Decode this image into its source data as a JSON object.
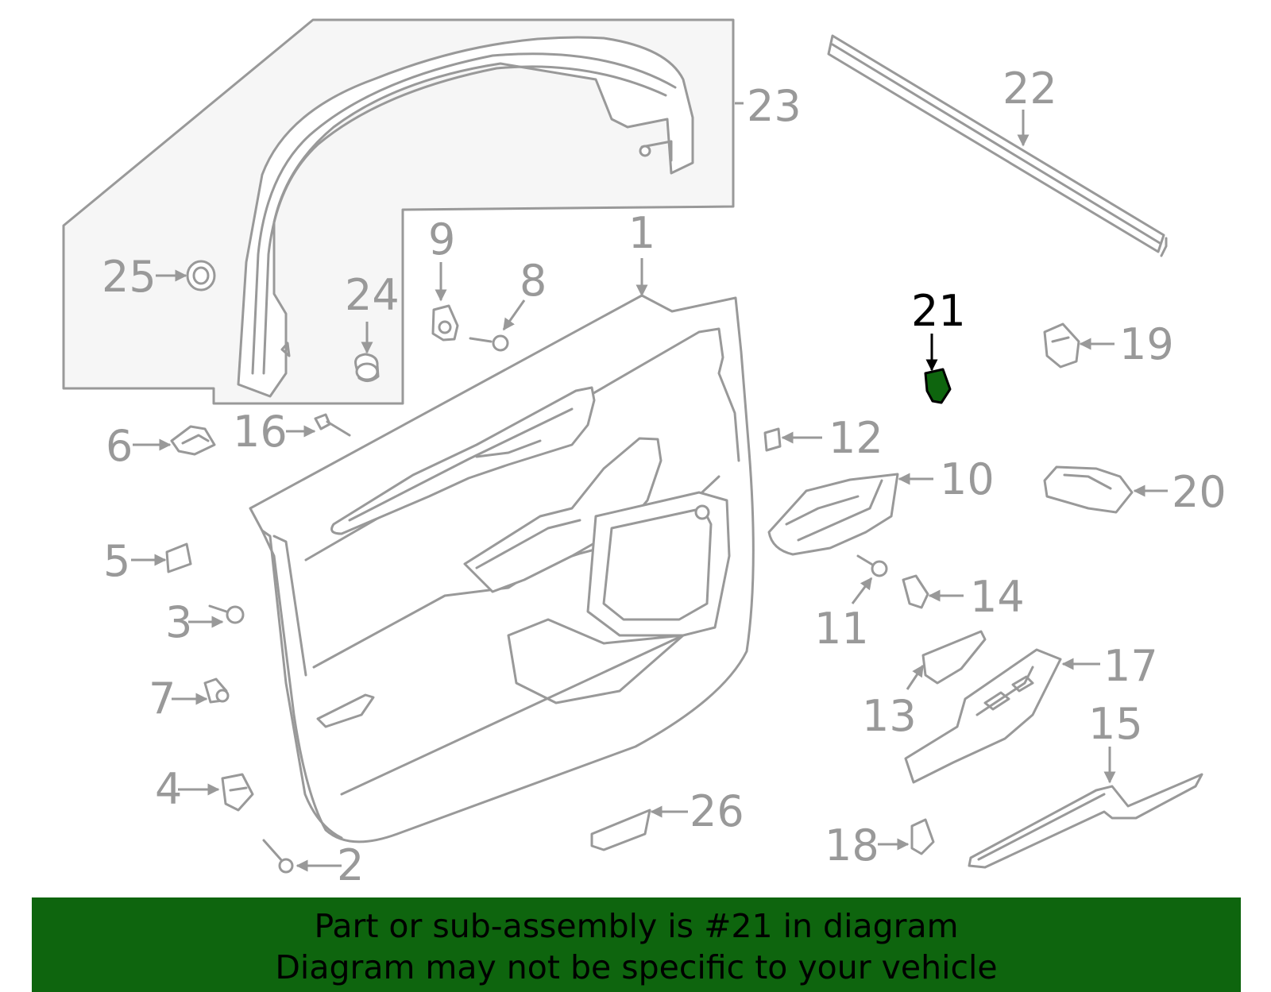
{
  "highlight": {
    "part_number": "21",
    "color": "#0e650e"
  },
  "callouts": {
    "c1": "1",
    "c2": "2",
    "c3": "3",
    "c4": "4",
    "c5": "5",
    "c6": "6",
    "c7": "7",
    "c8": "8",
    "c9": "9",
    "c10": "10",
    "c11": "11",
    "c12": "12",
    "c13": "13",
    "c14": "14",
    "c15": "15",
    "c16": "16",
    "c17": "17",
    "c18": "18",
    "c19": "19",
    "c20": "20",
    "c21": "21",
    "c22": "22",
    "c23": "23",
    "c24": "24",
    "c25": "25",
    "c26": "26"
  },
  "banner": {
    "line1": "Part or sub-assembly is #21 in diagram",
    "line2": "Diagram may not be specific to your vehicle"
  }
}
